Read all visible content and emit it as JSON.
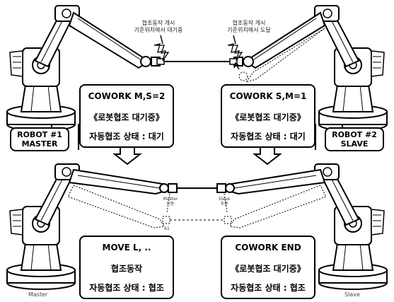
{
  "top_notes": {
    "left": [
      "협조동작 개시",
      "기준위치에서 대기중"
    ],
    "right": [
      "협조동작 개시",
      "기준위치에서 도달"
    ]
  },
  "robot_tags": {
    "robot1": [
      "ROBOT #1",
      "MASTER"
    ],
    "robot2": [
      "ROBOT #2",
      "SLAVE"
    ]
  },
  "top_boxes": {
    "left": {
      "cmd": "COWORK M,S=2",
      "mode": "《로봇협조 대기중》",
      "state": "자동협조 상태 : 대기"
    },
    "right": {
      "cmd": "COWORK S,M=1",
      "mode": "《로봇협조 대기중》",
      "state": "자동협조 상태 : 대기"
    }
  },
  "bottom_boxes": {
    "left": {
      "cmd": "MOVE L, ..",
      "mode": "협조동작",
      "state": "자동협조 상태 : 협조"
    },
    "right": {
      "cmd": "COWORK END",
      "mode": "《로봇협조 대기중》",
      "state": "자동협조 상태 : 협조"
    }
  },
  "small_labels": {
    "master_tool": [
      "Master",
      "이동"
    ],
    "slave_tool": [
      "Slave",
      "추종"
    ],
    "mid": "61"
  },
  "corner_labels": {
    "master": "Master",
    "slave": "Slave"
  }
}
